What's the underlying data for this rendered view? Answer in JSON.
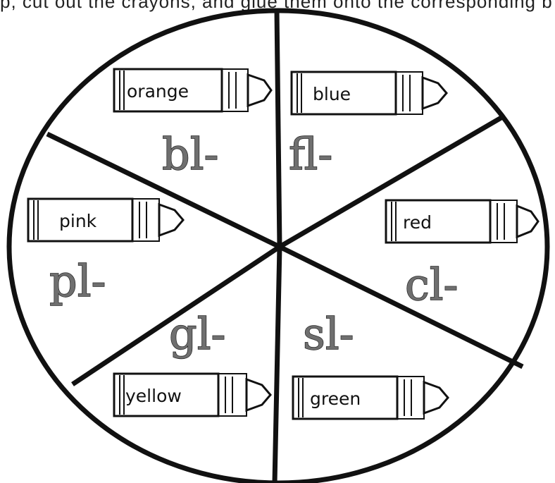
{
  "cut_text": "p, cut out the crayons, and glue them onto the corresponding b",
  "wheel": {
    "sections": [
      {
        "blend": "bl-",
        "crayon": "orange"
      },
      {
        "blend": "fl-",
        "crayon": "blue"
      },
      {
        "blend": "cl-",
        "crayon": "red"
      },
      {
        "blend": "sl-",
        "crayon": "green"
      },
      {
        "blend": "gl-",
        "crayon": "yellow"
      },
      {
        "blend": "pl-",
        "crayon": "pink"
      }
    ]
  }
}
